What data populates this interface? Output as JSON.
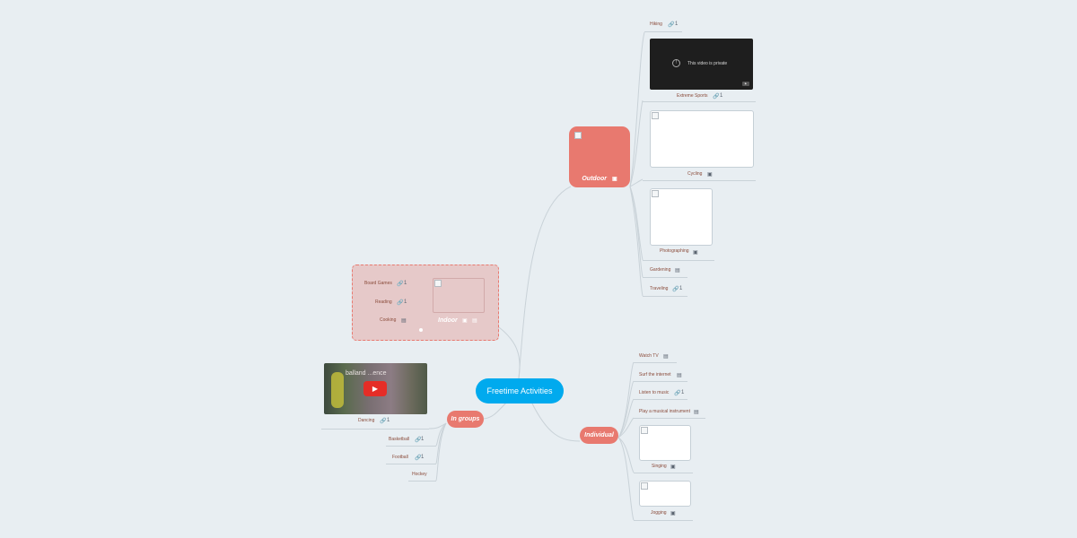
{
  "center": {
    "label": "Freetime Activities"
  },
  "outdoor": {
    "label": "Outdoor",
    "items": {
      "hiking": {
        "label": "Hiking",
        "count": "1"
      },
      "extreme_sports": {
        "label": "Extreme Sports",
        "count": "1",
        "video_message": "This video is private"
      },
      "cycling": {
        "label": "Cycling"
      },
      "photographing": {
        "label": "Photographing"
      },
      "gardening": {
        "label": "Gardening"
      },
      "traveling": {
        "label": "Traveling",
        "count": "1"
      }
    }
  },
  "indoor": {
    "label": "Indoor",
    "items": {
      "board_games": {
        "label": "Board Games",
        "count": "1"
      },
      "reading": {
        "label": "Reading",
        "count": "1"
      },
      "cooking": {
        "label": "Cooking"
      }
    }
  },
  "in_groups": {
    "label": "In groups",
    "items": {
      "dancing": {
        "label": "Dancing",
        "count": "1",
        "video_title": "balland ...ence"
      },
      "basketball": {
        "label": "Basketball",
        "count": "1"
      },
      "football": {
        "label": "Football",
        "count": "1"
      },
      "hockey": {
        "label": "Hockey"
      }
    }
  },
  "individual": {
    "label": "Individual",
    "items": {
      "watch_tv": {
        "label": "Watch TV"
      },
      "surf_internet": {
        "label": "Surf the internet"
      },
      "listen_music": {
        "label": "Listen to music",
        "count": "1"
      },
      "play_instrument": {
        "label": "Play a musical instrument"
      },
      "singing": {
        "label": "Singing"
      },
      "jogging": {
        "label": "Jogging"
      }
    }
  },
  "icons": {
    "link": "🔗",
    "note": "▤",
    "image": "▣",
    "info": "!",
    "play": "▶"
  },
  "colors": {
    "background": "#e8eef2",
    "center": "#00aaee",
    "topic": "#e8796f",
    "indoor_box": "#e6c9c9",
    "leaf_text": "#8a4b3a",
    "connector": "#c9d2d8"
  }
}
